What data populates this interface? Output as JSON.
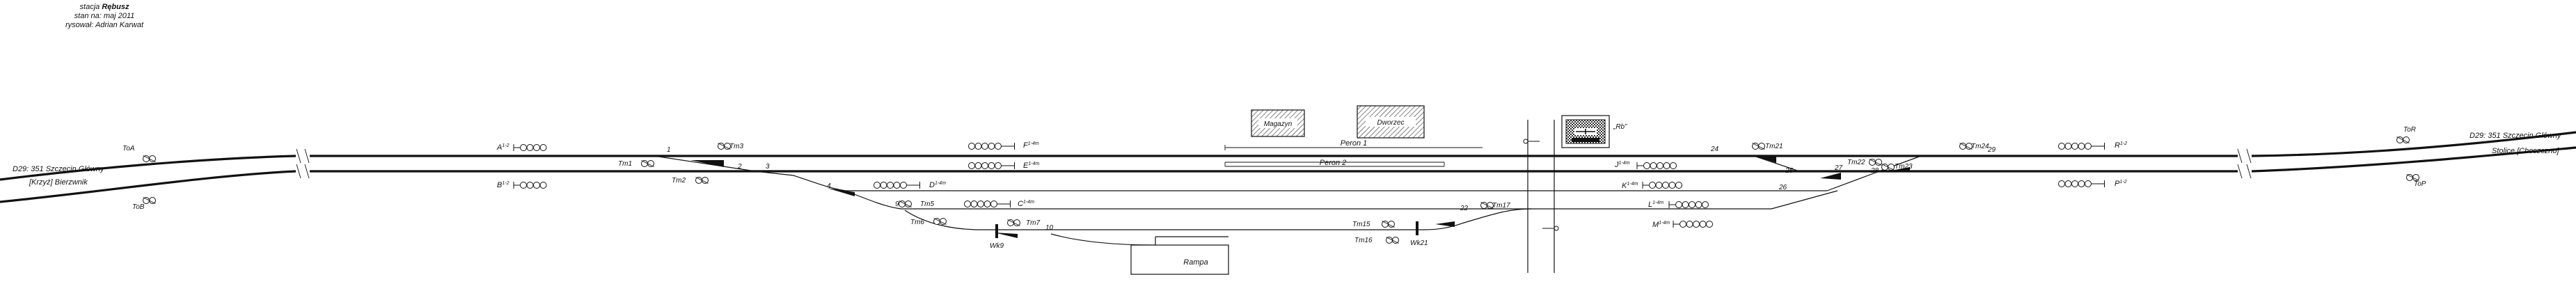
{
  "header": {
    "line1_prefix": "stacja ",
    "station": "Rębusz",
    "line2": "stan na: maj 2011",
    "line3": "rysował: Adrian Karwat"
  },
  "left": {
    "line_name": "D29: 351 Szczecin Główny",
    "line_sub": "[Krzyż] Bierzwnik",
    "toa": "ToA",
    "tob": "ToB"
  },
  "right": {
    "line_name": "D29: 351 Szczecin Główny",
    "line_sub": "Stolice [Choszczno]",
    "tor": "ToR",
    "top": "ToP"
  },
  "buildings": {
    "magazyn": "Magazyn",
    "dworzec": "Dworzec",
    "rb": "„Rb”",
    "rampa": "Rampa"
  },
  "platforms": {
    "p1": "Peron 1",
    "p2": "Peron 2"
  },
  "signals": {
    "a": "A",
    "a_sup": "1-2",
    "b": "B",
    "b_sup": "1-2",
    "f": "F",
    "f_sup": "1-4m",
    "e": "E",
    "e_sup": "1-4m",
    "d": "D",
    "d_sup": "1-4m",
    "c": "C",
    "c_sup": "1-4m",
    "j": "J",
    "j_sup": "1-4m",
    "k": "K",
    "k_sup": "1-4m",
    "l": "L",
    "l_sup": "1-4m",
    "m": "M",
    "m_sup": "1-4m",
    "r": "R",
    "r_sup": "1-2",
    "p": "P",
    "p_sup": "1-2"
  },
  "shunting": {
    "tm1": "Tm1",
    "tm2": "Tm2",
    "tm3": "Tm3",
    "tm5": "Tm5",
    "tm6": "Tm6",
    "tm7": "Tm7",
    "tm15": "Tm15",
    "tm16": "Tm16",
    "tm17": "Tm17",
    "tm21": "Tm21",
    "tm22": "Tm22",
    "tm23": "Tm23",
    "tm24": "Tm24"
  },
  "switches": {
    "s1": "1",
    "s2": "2",
    "s3": "3",
    "s4": "4",
    "s9": "9",
    "s10": "10",
    "s22": "22",
    "s24": "24",
    "s25": "25",
    "s26": "26",
    "s27": "27",
    "s28": "28",
    "s29": "29"
  },
  "derailers": {
    "wk9": "Wk9",
    "wk21": "Wk21"
  }
}
